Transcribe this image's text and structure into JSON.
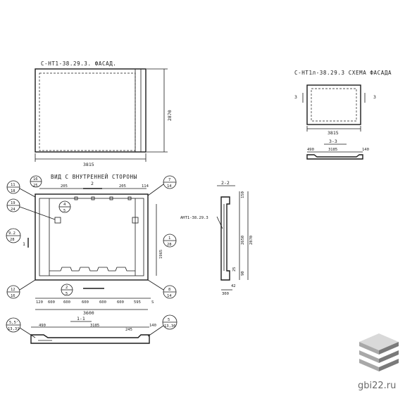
{
  "facade": {
    "title": "С-НТ1-38.29.3. ФАСАД.",
    "width_dim": "3815",
    "height_dim": "2870"
  },
  "scheme": {
    "title": "С-НТ1л-38.29.3 СХЕМА ФАСАДА",
    "width_dim": "3815",
    "cut_marker": "3",
    "section_title": "3-3",
    "dims": [
      "490",
      "3185",
      "140"
    ]
  },
  "inner_view": {
    "title": "ВИД С ВНУТРЕННЕЙ СТОРОНЫ",
    "section_marker": "2",
    "top_dims": [
      "205",
      "205",
      "114"
    ],
    "bottom_dims": [
      "120",
      "600",
      "600",
      "600",
      "600",
      "600",
      "595"
    ],
    "bottom_end_label": "S",
    "overall_dim": "3600",
    "right_dim": "1965",
    "callouts": [
      {
        "top": "11",
        "bottom": "18"
      },
      {
        "top": "16",
        "bottom": "25"
      },
      {
        "top": "19",
        "bottom": "24"
      },
      {
        "top": "4",
        "bottom": "5"
      },
      {
        "top": "9.2",
        "bottom": "28"
      },
      {
        "top": "12",
        "bottom": "16"
      },
      {
        "top": "7",
        "bottom": "14"
      },
      {
        "top": "1",
        "bottom": "28"
      },
      {
        "top": "8",
        "bottom": "14"
      },
      {
        "top": "2",
        "bottom": "5"
      }
    ],
    "cut_marker": "1"
  },
  "section_22": {
    "title": "2-2",
    "label": "АНТ1-38.29.3",
    "dims": [
      "150",
      "2650",
      "2870",
      "25",
      "90",
      "42",
      "300"
    ]
  },
  "section_11": {
    "title": "1-1",
    "dims": [
      "490",
      "3185",
      "245",
      "140"
    ],
    "callouts": [
      {
        "top": "5,5'",
        "bottom": "13,31"
      },
      {
        "top": "5",
        "bottom": "13,36"
      }
    ]
  },
  "watermark": {
    "text": "gbi22.ru",
    "colors": [
      "#d9d9d9",
      "#a8a8a8",
      "#7a7a7a"
    ]
  }
}
